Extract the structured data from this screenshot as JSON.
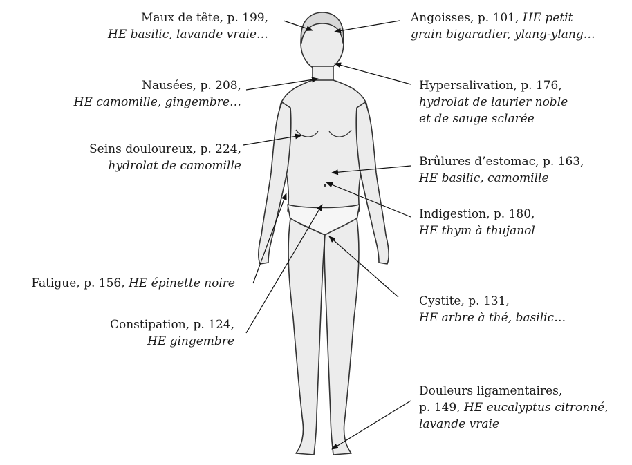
{
  "callouts": [
    {
      "id": "maux-de-tete",
      "lines": [
        [
          {
            "t": "Maux de tête, p. 199,"
          }
        ],
        [
          {
            "t": "HE basilic, lavande vraie…",
            "i": true
          }
        ]
      ]
    },
    {
      "id": "angoisses",
      "lines": [
        [
          {
            "t": "Angoisses, p. 101, "
          },
          {
            "t": "HE petit",
            "i": true
          }
        ],
        [
          {
            "t": "grain bigaradier, ylang-ylang…",
            "i": true
          }
        ]
      ]
    },
    {
      "id": "nausees",
      "lines": [
        [
          {
            "t": "Nausées, p. 208,"
          }
        ],
        [
          {
            "t": "HE camomille, gingembre…",
            "i": true
          }
        ]
      ]
    },
    {
      "id": "hypersalivation",
      "lines": [
        [
          {
            "t": "Hypersalivation, p. 176,"
          }
        ],
        [
          {
            "t": "hydrolat de laurier noble",
            "i": true
          }
        ],
        [
          {
            "t": "et de sauge sclarée",
            "i": true
          }
        ]
      ]
    },
    {
      "id": "seins-douloureux",
      "lines": [
        [
          {
            "t": "Seins douloureux, p. 224,"
          }
        ],
        [
          {
            "t": "hydrolat de camomille",
            "i": true
          }
        ]
      ]
    },
    {
      "id": "brulures-estomac",
      "lines": [
        [
          {
            "t": "Brûlures d’estomac, p. 163,"
          }
        ],
        [
          {
            "t": "HE basilic, camomille",
            "i": true
          }
        ]
      ]
    },
    {
      "id": "indigestion",
      "lines": [
        [
          {
            "t": "Indigestion, p. 180,"
          }
        ],
        [
          {
            "t": "HE thym à thujanol",
            "i": true
          }
        ]
      ]
    },
    {
      "id": "fatigue",
      "lines": [
        [
          {
            "t": "Fatigue, p. 156, "
          },
          {
            "t": "HE épinette noire",
            "i": true
          }
        ]
      ]
    },
    {
      "id": "cystite",
      "lines": [
        [
          {
            "t": "Cystite, p. 131,"
          }
        ],
        [
          {
            "t": " HE arbre à thé, basilic…",
            "i": true
          }
        ]
      ]
    },
    {
      "id": "constipation",
      "lines": [
        [
          {
            "t": "Constipation, p. 124,"
          }
        ],
        [
          {
            "t": "HE gingembre",
            "i": true
          }
        ]
      ]
    },
    {
      "id": "douleurs-ligamentaires",
      "lines": [
        [
          {
            "t": "Douleurs ligamentaires,"
          }
        ],
        [
          {
            "t": "p. 149, "
          },
          {
            "t": "HE eucalyptus citronné,",
            "i": true
          }
        ],
        [
          {
            "t": "lavande vraie",
            "i": true
          }
        ]
      ]
    }
  ],
  "style": {
    "text_color": "#1a1a1a",
    "figure_fill": "#ececec",
    "figure_stroke": "#333333"
  }
}
